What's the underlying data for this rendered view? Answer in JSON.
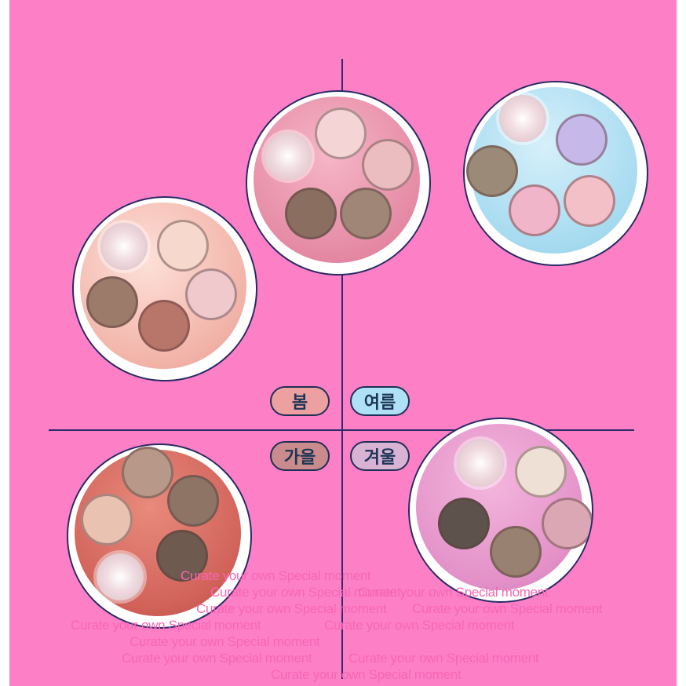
{
  "seasons": {
    "spring": "봄",
    "summer": "여름",
    "autumn": "가을",
    "winter": "겨울"
  },
  "watermark": "Curate your own Special moment",
  "colors": {
    "background": "#fd80c7",
    "line": "#2f2a6a",
    "spring_pill": "#eda0a0",
    "summer_pill": "#aee1f5",
    "autumn_pill": "#c98b8b",
    "winter_pill": "#d8b3d3"
  }
}
